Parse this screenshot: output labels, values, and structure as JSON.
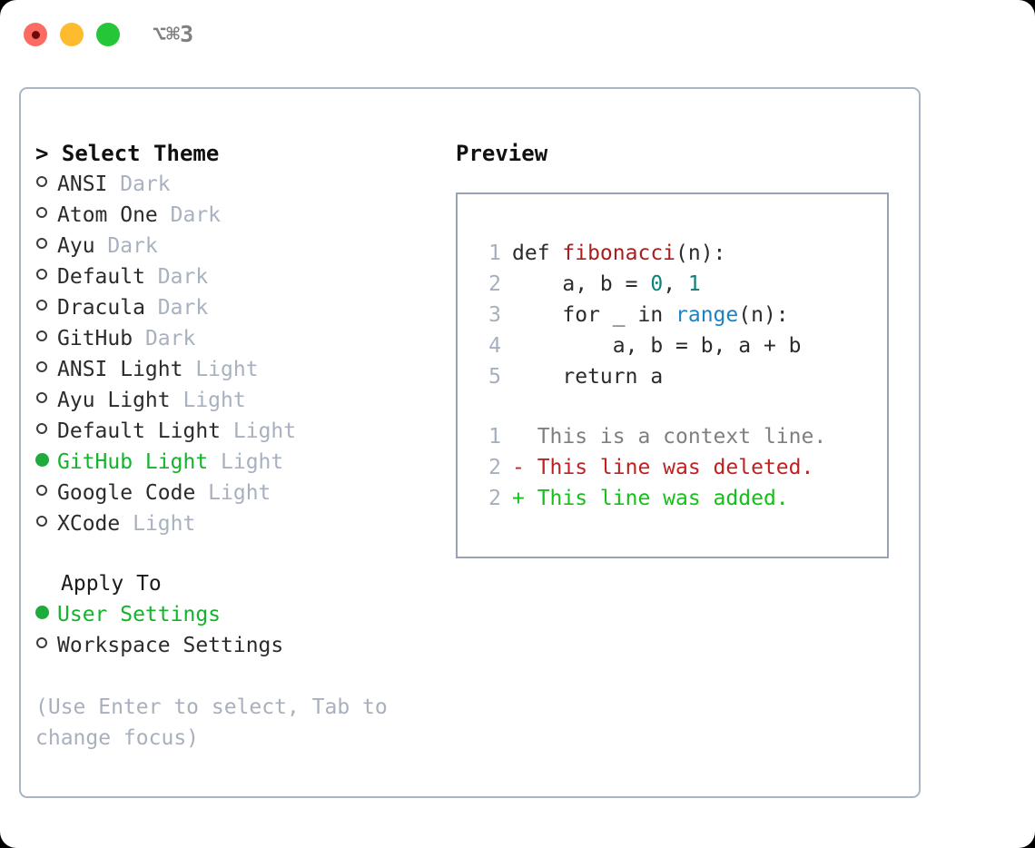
{
  "titlebar": {
    "buttons": [
      {
        "name": "close-button",
        "color": "#fb6b63"
      },
      {
        "name": "minimize-button",
        "color": "#fcbc2e"
      },
      {
        "name": "maximize-button",
        "color": "#25c637"
      }
    ],
    "shortcut": "⌥⌘3"
  },
  "theme_list": {
    "header": "> Select Theme",
    "items": [
      {
        "marker": "○",
        "name": "ANSI",
        "variant": "Dark",
        "selected": false
      },
      {
        "marker": "○",
        "name": "Atom One",
        "variant": "Dark",
        "selected": false
      },
      {
        "marker": "○",
        "name": "Ayu",
        "variant": "Dark",
        "selected": false
      },
      {
        "marker": "○",
        "name": "Default",
        "variant": "Dark",
        "selected": false
      },
      {
        "marker": "○",
        "name": "Dracula",
        "variant": "Dark",
        "selected": false
      },
      {
        "marker": "○",
        "name": "GitHub",
        "variant": "Dark",
        "selected": false
      },
      {
        "marker": "○",
        "name": "ANSI Light",
        "variant": "Light",
        "selected": false
      },
      {
        "marker": "○",
        "name": "Ayu Light",
        "variant": "Light",
        "selected": false
      },
      {
        "marker": "○",
        "name": "Default Light",
        "variant": "Light",
        "selected": false
      },
      {
        "marker": "●",
        "name": "GitHub Light",
        "variant": "Light",
        "selected": true
      },
      {
        "marker": "○",
        "name": "Google Code",
        "variant": "Light",
        "selected": false
      },
      {
        "marker": "○",
        "name": "XCode",
        "variant": "Light",
        "selected": false
      }
    ]
  },
  "apply_to": {
    "title": "Apply To",
    "options": [
      {
        "marker": "●",
        "label": "User Settings",
        "selected": true
      },
      {
        "marker": "○",
        "label": "Workspace Settings",
        "selected": false
      }
    ]
  },
  "hint": "(Use Enter to select, Tab to change focus)",
  "preview": {
    "title": "Preview",
    "code_lines": [
      {
        "no": "1",
        "tokens": [
          {
            "t": "def ",
            "c": "plain"
          },
          {
            "t": "fibonacci",
            "c": "fn"
          },
          {
            "t": "(n):",
            "c": "plain"
          }
        ]
      },
      {
        "no": "2",
        "tokens": [
          {
            "t": "    a, b = ",
            "c": "plain"
          },
          {
            "t": "0",
            "c": "num"
          },
          {
            "t": ", ",
            "c": "plain"
          },
          {
            "t": "1",
            "c": "num"
          }
        ]
      },
      {
        "no": "3",
        "tokens": [
          {
            "t": "    for _ in ",
            "c": "plain"
          },
          {
            "t": "range",
            "c": "built"
          },
          {
            "t": "(n):",
            "c": "plain"
          }
        ]
      },
      {
        "no": "4",
        "tokens": [
          {
            "t": "        a, b = b, a + b",
            "c": "plain"
          }
        ]
      },
      {
        "no": "5",
        "tokens": [
          {
            "t": "    return a",
            "c": "plain"
          }
        ]
      }
    ],
    "diff_lines": [
      {
        "no": "1",
        "text": "  This is a context line.",
        "kind": "ctx"
      },
      {
        "no": "2",
        "text": "- This line was deleted.",
        "kind": "del"
      },
      {
        "no": "2",
        "text": "+ This line was added.",
        "kind": "add"
      }
    ]
  },
  "colors": {
    "selected_green": "#13b32b",
    "muted_gray": "#a8b1bf",
    "panel_border": "#aab4c2",
    "code_border": "#97a3b4",
    "diff_add": "#14c019",
    "diff_del": "#bf2121",
    "fn_red": "#a81e1e",
    "num_teal": "#0f8079",
    "builtin_blue": "#1b82c4"
  }
}
